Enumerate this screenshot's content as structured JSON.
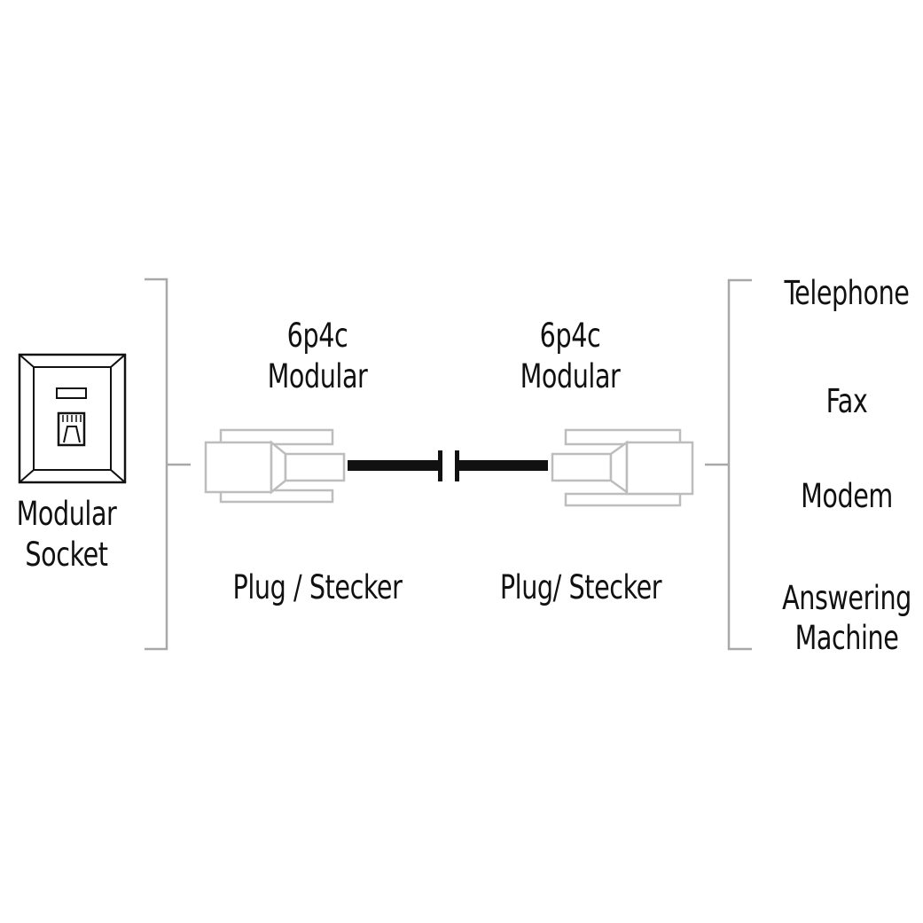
{
  "left_device": {
    "icon": "wall-socket-icon",
    "label_line1": "Modular",
    "label_line2": "Socket"
  },
  "left_connector": {
    "type_line1": "6p4c",
    "type_line2": "Modular",
    "caption": "Plug / Stecker"
  },
  "right_connector": {
    "type_line1": "6p4c",
    "type_line2": "Modular",
    "caption": "Plug/ Stecker"
  },
  "devices": {
    "telephone": "Telephone",
    "fax": "Fax",
    "modem": "Modem",
    "answering_line1": "Answering",
    "answering_line2": "Machine"
  },
  "colors": {
    "line": "#111111",
    "outline_gray": "#bdbdbd",
    "bracket": "#a8a8a8"
  }
}
